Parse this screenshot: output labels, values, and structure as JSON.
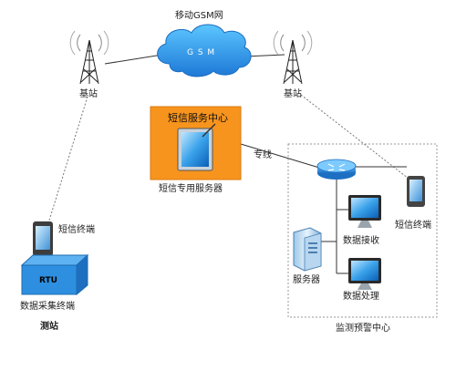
{
  "network": {
    "title": "移动GSM网",
    "cloud_text": "G S M"
  },
  "base_station_left": {
    "label": "基站",
    "icon": "cell-tower-icon"
  },
  "base_station_right": {
    "label": "基站",
    "icon": "cell-tower-icon"
  },
  "sms_center": {
    "box_title": "短信服务中心",
    "label": "短信专用服务器",
    "box_color": "#f7941d"
  },
  "dedicated_line": {
    "label": "专线"
  },
  "field_site": {
    "phone_label": "短信终端",
    "rtu_text": "RTU",
    "device_label": "数据采集终端",
    "site_label": "测站",
    "rtu_color": "#2e8fe0"
  },
  "monitoring_center": {
    "label": "监测预警中心",
    "server_label": "服务器",
    "receive_label": "数据接收",
    "process_label": "数据处理",
    "phone_label": "短信终端"
  }
}
